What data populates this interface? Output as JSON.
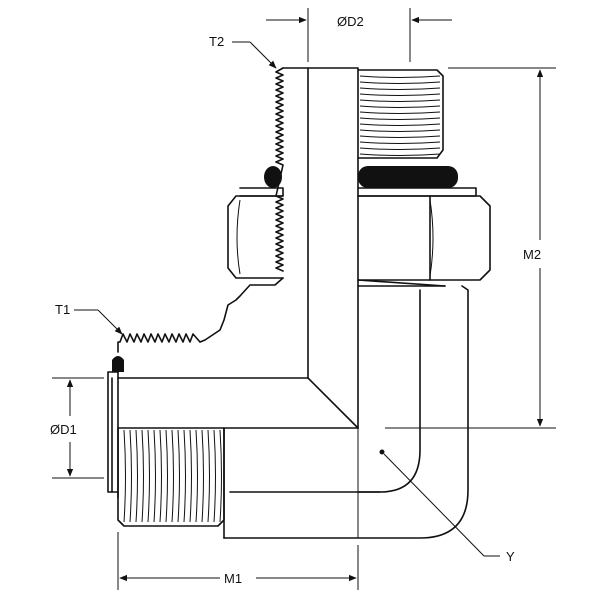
{
  "labels": {
    "d2": "ØD2",
    "t2": "T2",
    "m2": "M2",
    "t1": "T1",
    "d1": "ØD1",
    "m1": "M1",
    "y": "Y"
  }
}
